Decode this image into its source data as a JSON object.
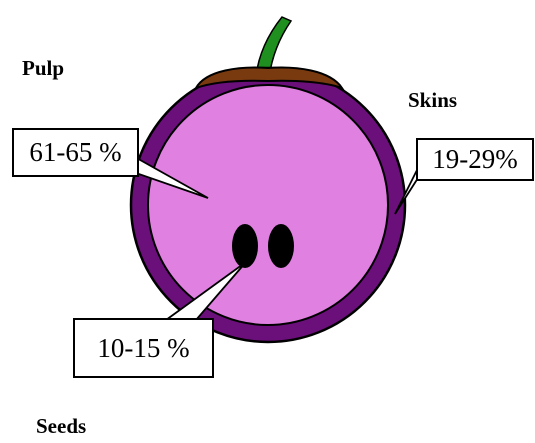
{
  "labels": {
    "pulp": "Pulp",
    "skins": "Skins",
    "seeds": "Seeds"
  },
  "callouts": {
    "pulp": "61-65 %",
    "skins": "19-29%",
    "seeds": "10-15 %"
  },
  "colors": {
    "skin": "#6b0f7b",
    "pulp": "#e080e0",
    "outline": "#000000",
    "stem": "#1f8f1f",
    "calyx": "#7a3a0f",
    "seed": "#000000"
  }
}
